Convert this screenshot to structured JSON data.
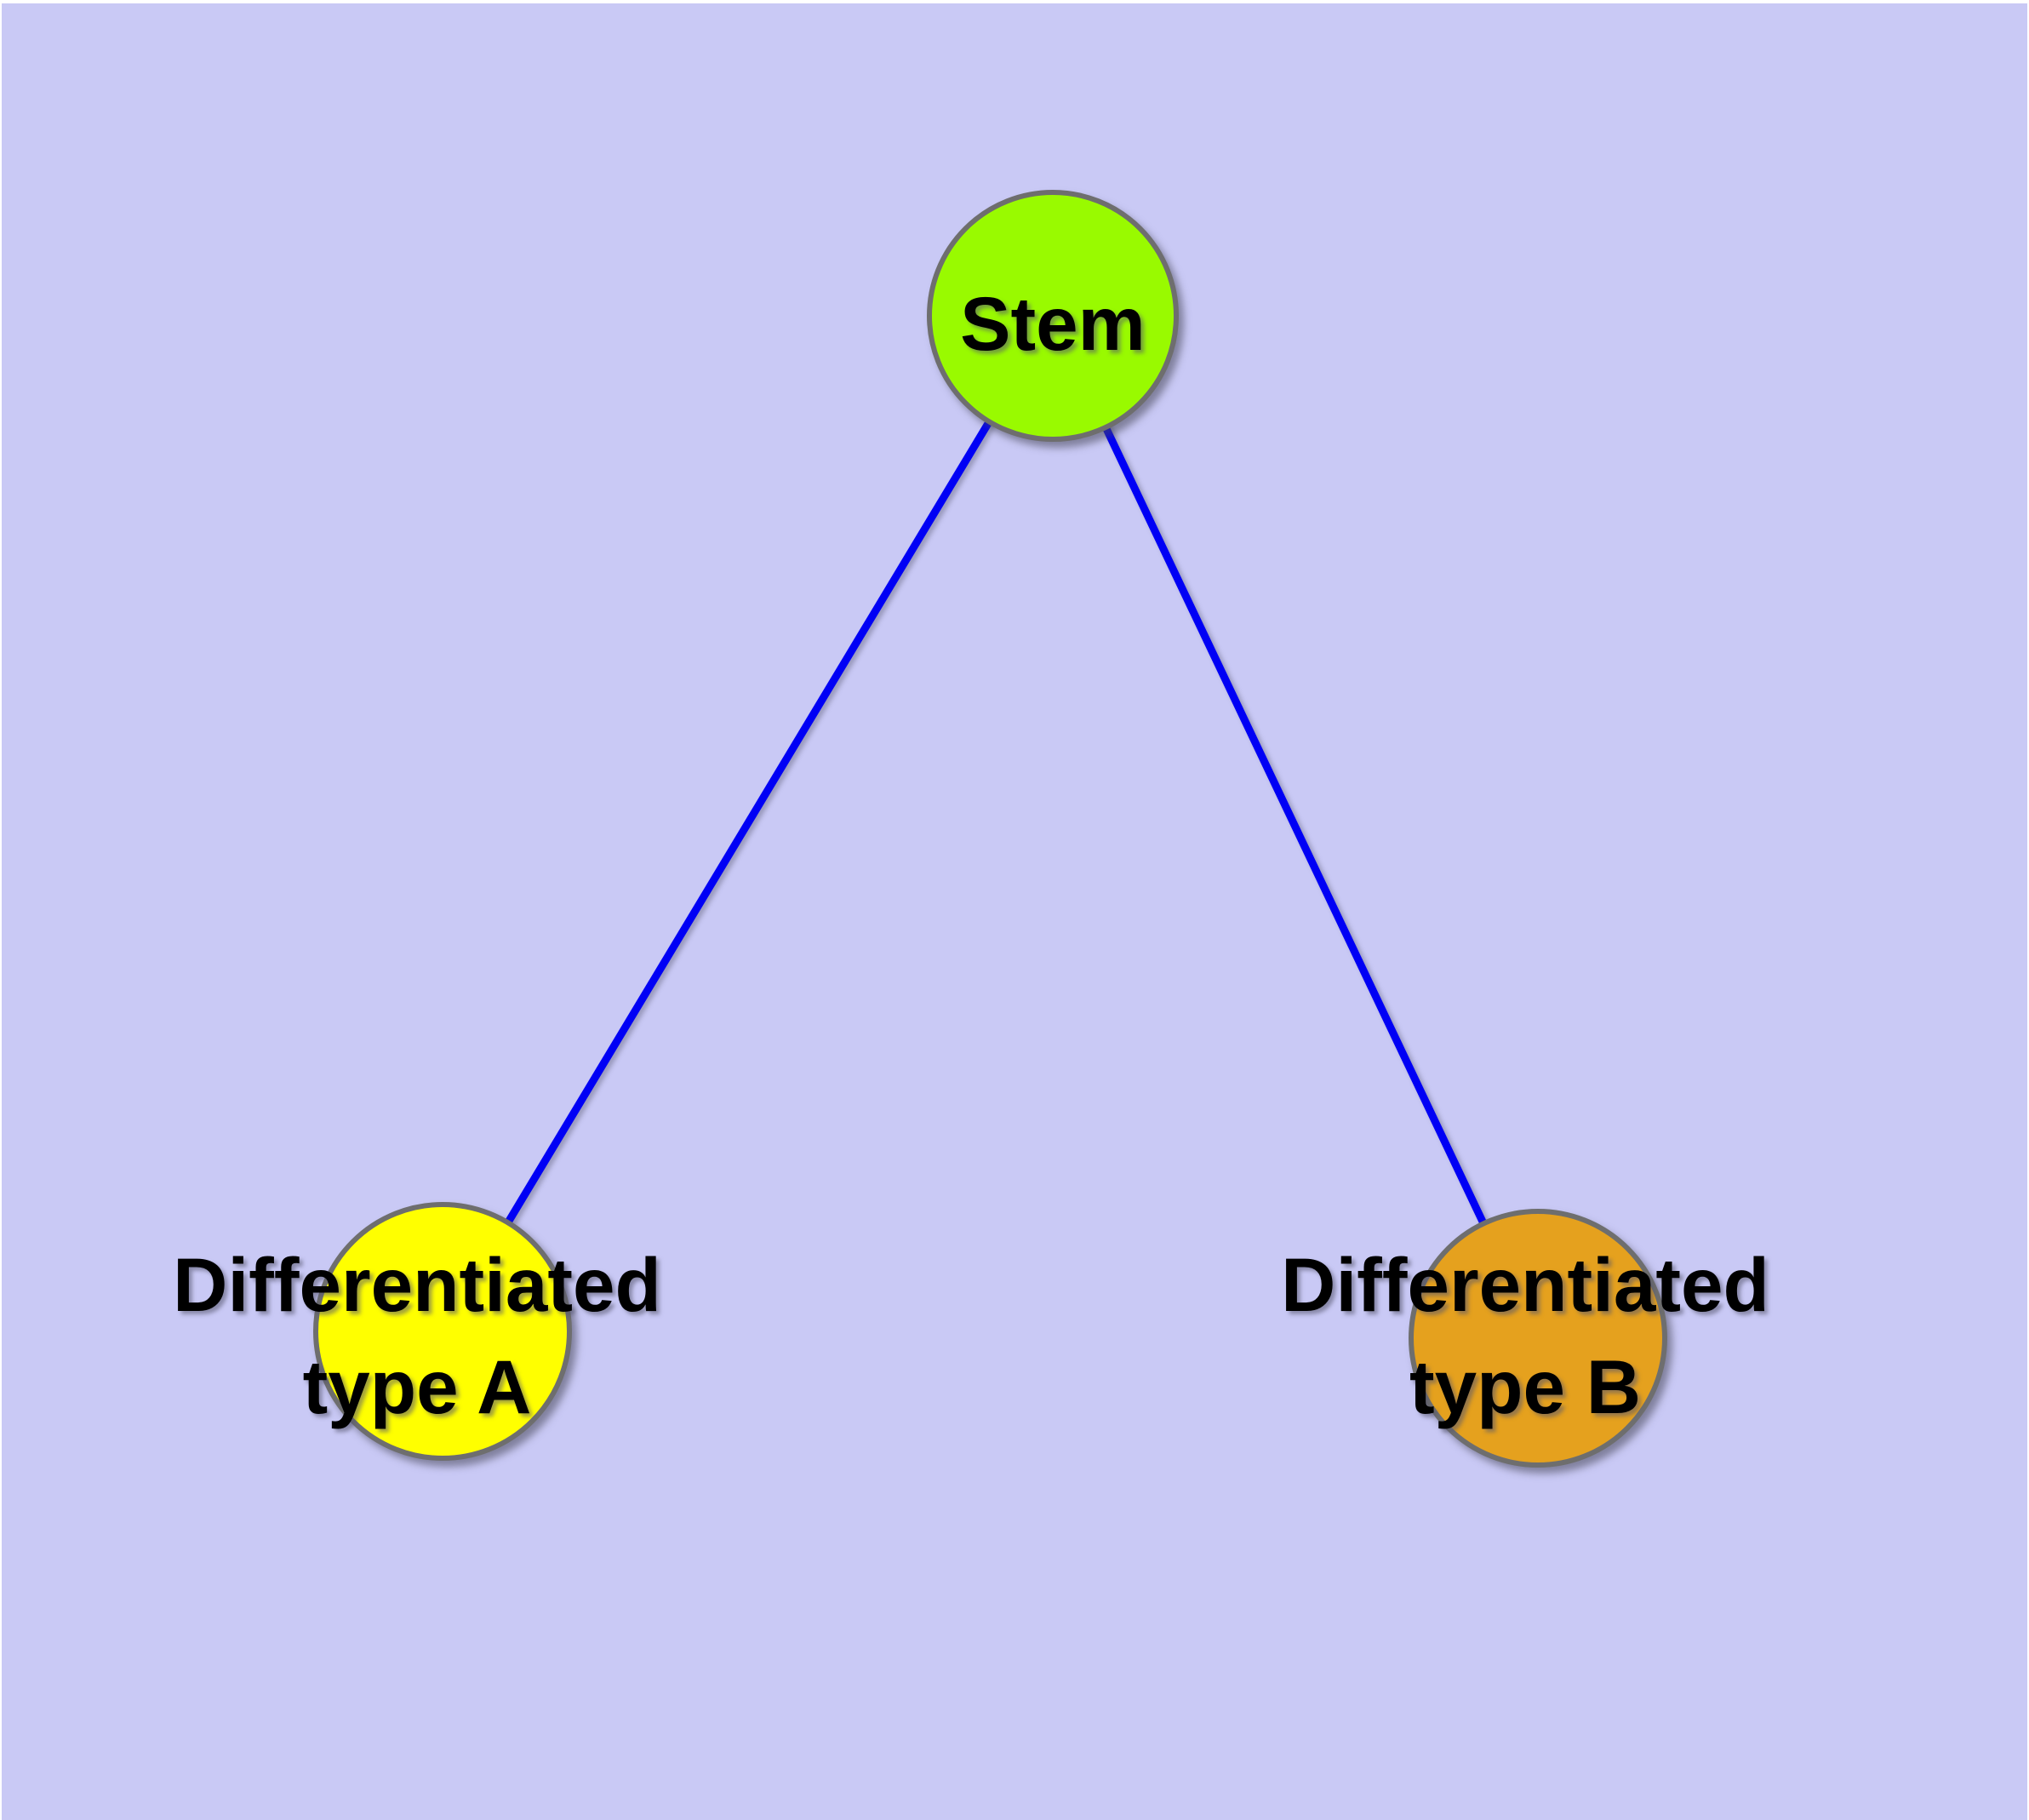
{
  "diagram": {
    "background_color": "#c9c9f5",
    "node_border_color": "#6e6e6e",
    "edge_color": "#0000f5",
    "label_color": "#000000",
    "nodes": [
      {
        "id": "stem",
        "label": "Stem",
        "label_lines": [
          "Stem"
        ],
        "fill": "#99fa00"
      },
      {
        "id": "diff-a",
        "label": "Differentiated type A",
        "label_lines": [
          "Differentiated",
          "type A"
        ],
        "fill": "#ffff00"
      },
      {
        "id": "diff-b",
        "label": "Differentiated type B",
        "label_lines": [
          "Differentiated",
          "type B"
        ],
        "fill": "#e5a11e"
      }
    ],
    "edges": [
      {
        "from": "stem",
        "to": "diff-a"
      },
      {
        "from": "stem",
        "to": "diff-b"
      }
    ]
  }
}
